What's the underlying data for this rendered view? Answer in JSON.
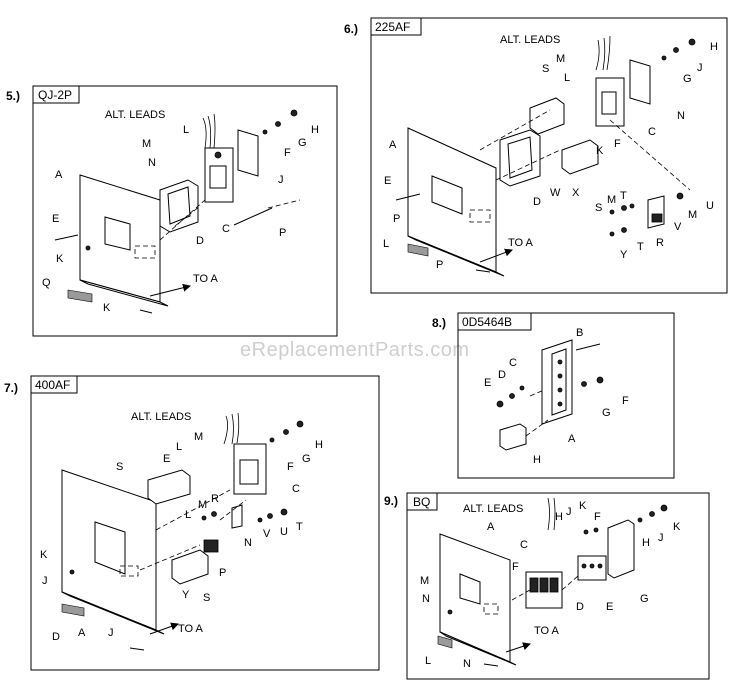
{
  "watermark": "eReplacementParts.com",
  "panels": [
    {
      "id": "p5",
      "number": "5.)",
      "title": "QJ-2P",
      "labels": [
        "ALT. LEADS",
        "L",
        "M",
        "N",
        "H",
        "G",
        "F",
        "J",
        "A",
        "E",
        "K",
        "D",
        "C",
        "P",
        "Q",
        "K",
        "TO A"
      ]
    },
    {
      "id": "p6",
      "number": "6.)",
      "title": "225AF",
      "labels": [
        "ALT. LEADS",
        "M",
        "S",
        "L",
        "H",
        "J",
        "G",
        "N",
        "A",
        "C",
        "K",
        "F",
        "E",
        "P",
        "W",
        "X",
        "D",
        "S",
        "M",
        "T",
        "U",
        "M",
        "V",
        "R",
        "T",
        "Y",
        "L",
        "P",
        "TO A"
      ]
    },
    {
      "id": "p7",
      "number": "7.)",
      "title": "400AF",
      "labels": [
        "ALT. LEADS",
        "M",
        "L",
        "E",
        "H",
        "G",
        "F",
        "C",
        "S",
        "L",
        "M",
        "R",
        "V",
        "U",
        "T",
        "N",
        "K",
        "P",
        "J",
        "Y",
        "S",
        "D",
        "A",
        "J",
        "TO A"
      ]
    },
    {
      "id": "p8",
      "number": "8.)",
      "title": "0D5464B",
      "labels": [
        "B",
        "C",
        "D",
        "E",
        "G",
        "F",
        "A",
        "H"
      ]
    },
    {
      "id": "p9",
      "number": "9.)",
      "title": "BQ",
      "labels": [
        "ALT. LEADS",
        "H",
        "J",
        "K",
        "F",
        "H",
        "J",
        "K",
        "A",
        "C",
        "M",
        "F",
        "N",
        "D",
        "E",
        "G",
        "L",
        "N",
        "TO A"
      ]
    }
  ]
}
